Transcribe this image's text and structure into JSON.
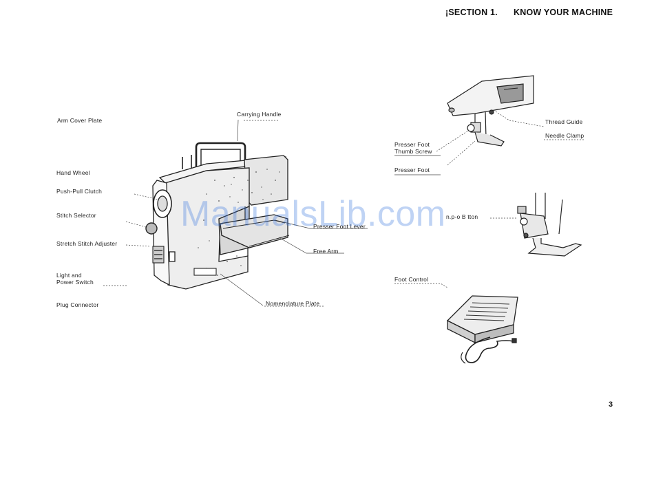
{
  "header": {
    "prefix": "¡",
    "section_number": "SECTION 1.",
    "section_title": "KNOW YOUR MACHINE"
  },
  "labels": {
    "arm_cover_plate": "Arm Cover Plate",
    "carrying_handle": "Carrying Handle",
    "hand_wheel": "Hand Wheel",
    "push_pull_clutch": "Push-Pull Clutch",
    "stitch_selector": "Stitch Selector",
    "stretch_stitch_adjuster": "Stretch Stitch Adjuster",
    "light_power_switch_1": "Light and",
    "light_power_switch_2": "Power Switch",
    "plug_connector": "Plug Connector",
    "presser_foot_lever": "Presser Foot Lever",
    "free_arm": "Free Arm",
    "nomenclature_plate": "Nomenclature Plate",
    "thread_guide": "Thread Guide",
    "needle_clamp": "Needle Clamp",
    "presser_foot_thumb_screw_1": "Presser Foot",
    "presser_foot_thumb_screw_2": "Thumb Screw",
    "presser_foot": "Presser Foot",
    "snap_on_button": "n.p-o  B  tton",
    "foot_control": "Foot Control"
  },
  "page_number": "3",
  "watermark": "ManualsLib.com"
}
